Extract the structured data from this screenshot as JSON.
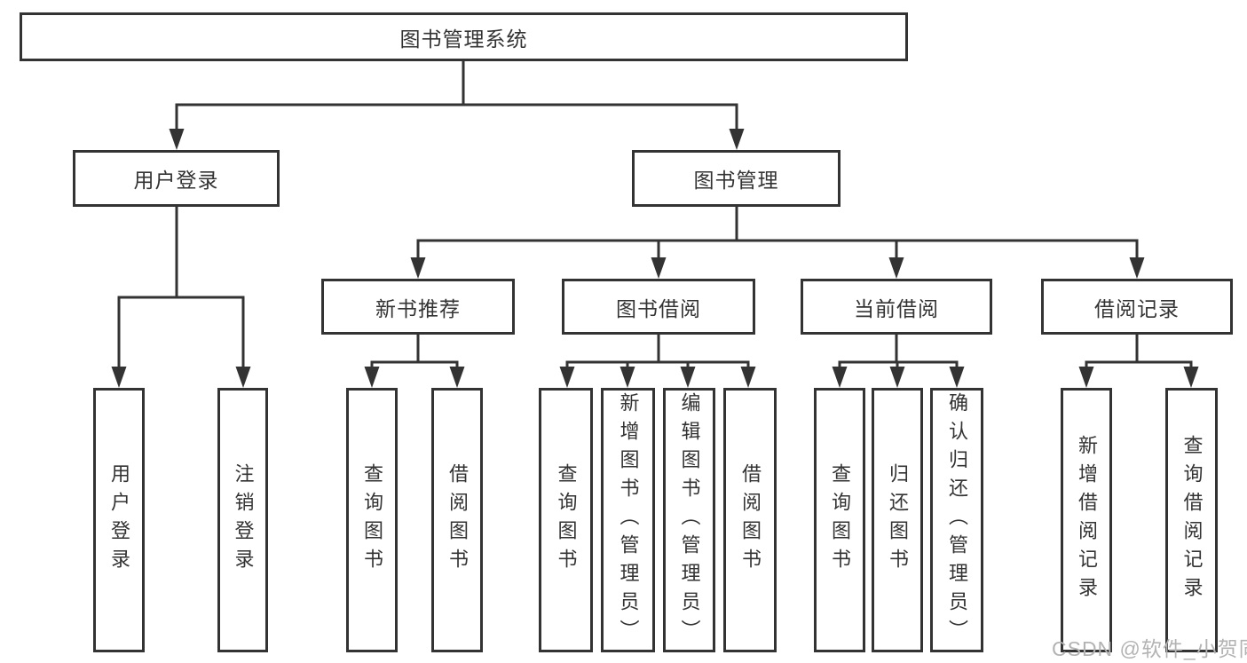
{
  "colors": {
    "background": "#ffffff",
    "line": "#333333",
    "text": "#333333",
    "watermark": "#b3b3b3"
  },
  "watermark": "CSDN @软件_小贺同学",
  "tree": {
    "root": {
      "label": "图书管理系统",
      "children": [
        {
          "label": "用户登录",
          "children": [
            {
              "label": "用户登录"
            },
            {
              "label": "注销登录"
            }
          ]
        },
        {
          "label": "图书管理",
          "children": [
            {
              "label": "新书推荐",
              "children": [
                {
                  "label": "查询图书"
                },
                {
                  "label": "借阅图书"
                }
              ]
            },
            {
              "label": "图书借阅",
              "children": [
                {
                  "label": "查询图书"
                },
                {
                  "label": "新增图书（管理员）"
                },
                {
                  "label": "编辑图书（管理员）"
                },
                {
                  "label": "借阅图书"
                }
              ]
            },
            {
              "label": "当前借阅",
              "children": [
                {
                  "label": "查询图书"
                },
                {
                  "label": "归还图书"
                },
                {
                  "label": "确认归还（管理员）"
                }
              ]
            },
            {
              "label": "借阅记录",
              "children": [
                {
                  "label": "新增借阅记录"
                },
                {
                  "label": "查询借阅记录"
                }
              ]
            }
          ]
        }
      ]
    }
  }
}
